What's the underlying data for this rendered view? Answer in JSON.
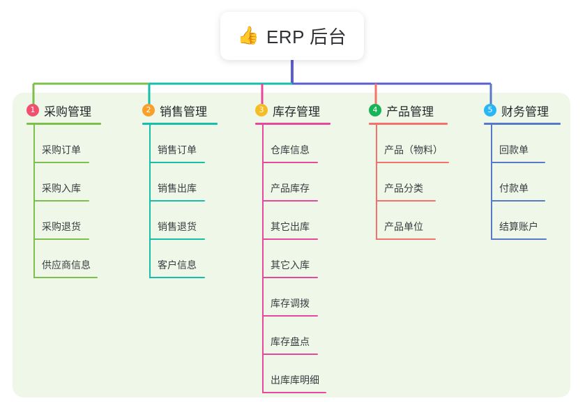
{
  "diagram": {
    "type": "mindmap",
    "title": "ERP 后台",
    "root": {
      "icon": "thumbs-up-icon",
      "emoji": "👍",
      "label": "ERP 后台"
    },
    "panel_color": "#eef7e8",
    "background_color": "#ffffff",
    "bus_colors": {
      "segment_1": "#7cbf4b",
      "segment_2": "#17bfa8",
      "segment_3": "#5a5fd0",
      "stem": "#5a5fd0"
    },
    "branches": [
      {
        "number": "1",
        "label": "采购管理",
        "badge_color": "#f0506e",
        "line_color": "#7cbf4b",
        "drop_color": "#7cbf4b",
        "children": [
          {
            "label": "采购订单"
          },
          {
            "label": "采购入库"
          },
          {
            "label": "采购退货"
          },
          {
            "label": "供应商信息"
          }
        ]
      },
      {
        "number": "2",
        "label": "销售管理",
        "badge_color": "#f99f2a",
        "line_color": "#17bfa8",
        "drop_color": "#17bfa8",
        "children": [
          {
            "label": "销售订单"
          },
          {
            "label": "销售出库"
          },
          {
            "label": "销售退货"
          },
          {
            "label": "客户信息"
          }
        ]
      },
      {
        "number": "3",
        "label": "库存管理",
        "badge_color": "#f5bc26",
        "line_color": "#e8489b",
        "drop_color": "#e8489b",
        "children": [
          {
            "label": "仓库信息"
          },
          {
            "label": "产品库存"
          },
          {
            "label": "其它出库"
          },
          {
            "label": "其它入库"
          },
          {
            "label": "库存调拨"
          },
          {
            "label": "库存盘点"
          },
          {
            "label": "出库库明细"
          }
        ]
      },
      {
        "number": "4",
        "label": "产品管理",
        "badge_color": "#15b456",
        "line_color": "#f4726b",
        "drop_color": "#f4726b",
        "children": [
          {
            "label": "产品（物料）"
          },
          {
            "label": "产品分类"
          },
          {
            "label": "产品单位"
          }
        ]
      },
      {
        "number": "5",
        "label": "财务管理",
        "badge_color": "#29b6f6",
        "line_color": "#5878c8",
        "drop_color": "#5878c8",
        "children": [
          {
            "label": "回款单"
          },
          {
            "label": "付款单"
          },
          {
            "label": "结算账户"
          }
        ]
      }
    ]
  }
}
